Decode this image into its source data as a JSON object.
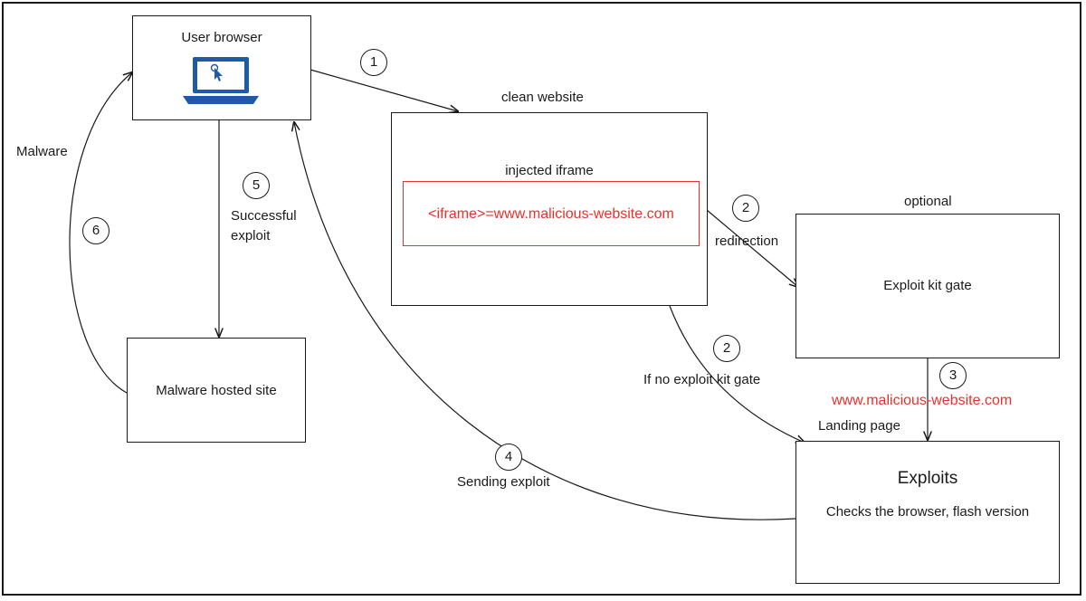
{
  "nodes": {
    "user_browser": "User browser",
    "clean_website": "clean website",
    "injected_iframe": "injected iframe",
    "iframe_code": "<iframe>=www.malicious-website.com",
    "optional": "optional",
    "exploit_kit_gate": "Exploit kit gate",
    "malware_hosted_site": "Malware hosted site",
    "landing_page": "Landing page",
    "exploits_title": "Exploits",
    "exploits_desc": "Checks the browser, flash version"
  },
  "edges": {
    "step1": "1",
    "step2a": "2",
    "step2a_label": "redirection",
    "step2b": "2",
    "step2b_label": "If no exploit kit gate",
    "step3": "3",
    "step3_label": "www.malicious-website.com",
    "step4": "4",
    "step4_label": "Sending exploit",
    "step5": "5",
    "step5_label_line1": "Successful",
    "step5_label_line2": "exploit",
    "step6": "6",
    "step6_label": "Malware"
  },
  "colors": {
    "line": "#1a1a1a",
    "highlight": "#e8312a",
    "laptop": "#1f5aa8"
  }
}
